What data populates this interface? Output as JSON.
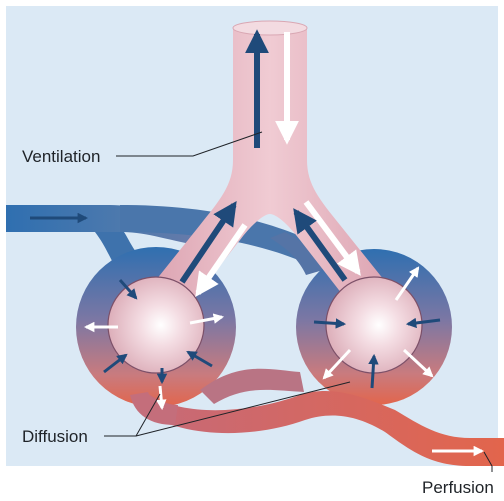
{
  "labels": {
    "ventilation": "Ventilation",
    "diffusion": "Diffusion",
    "perfusion": "Perfusion"
  },
  "colors": {
    "background": "#dbe9f5",
    "venous_blue": "#2f6fb0",
    "arterial_red": "#e2654c",
    "airway_pink": "#e7bcc4",
    "dark_arrow": "#1f4a7a",
    "white_arrow": "#ffffff"
  },
  "icons": {
    "flow_arrow": "arrow-icon"
  }
}
